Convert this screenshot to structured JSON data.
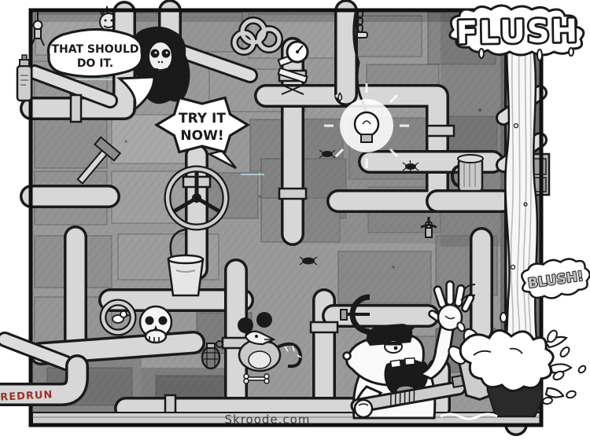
{
  "sfx": {
    "flush": "FLUSH",
    "splash": "BLUSH!"
  },
  "speech": {
    "bubble1": {
      "line1": "THAT SHOULD",
      "line2": "DO IT."
    },
    "bubble2": {
      "line1": "TRY IT",
      "line2": "NOW!"
    }
  },
  "credits": {
    "signature": "REDRUN",
    "watermark": "Skroode.com"
  },
  "colors": {
    "ink": "#1a1a1a",
    "paper": "#ffffff",
    "wall_gray": "#9a9a9a",
    "pipe_gray": "#d7d7d7",
    "signature_red": "#9c3128",
    "pencil_blue": "#b7d3dc",
    "water_white": "#f7f7f7"
  },
  "scene": {
    "objects": [
      "pipe-maze",
      "valve-wheel",
      "bucket",
      "skull",
      "pipe-ring-bird",
      "rat-with-mouse-ears",
      "grenade",
      "light-bulb",
      "pressure-gauge",
      "hose-tangle",
      "hanging-chain",
      "beer-stein",
      "faucet-handle",
      "cockroaches",
      "c-clamp",
      "spray-can",
      "hammer",
      "hanged-doll",
      "troll-head",
      "wall-cabinet",
      "waterfall",
      "water-splash",
      "pipe-wrench",
      "yelling-plumber",
      "drenched-character",
      "skull-haired-character"
    ]
  }
}
